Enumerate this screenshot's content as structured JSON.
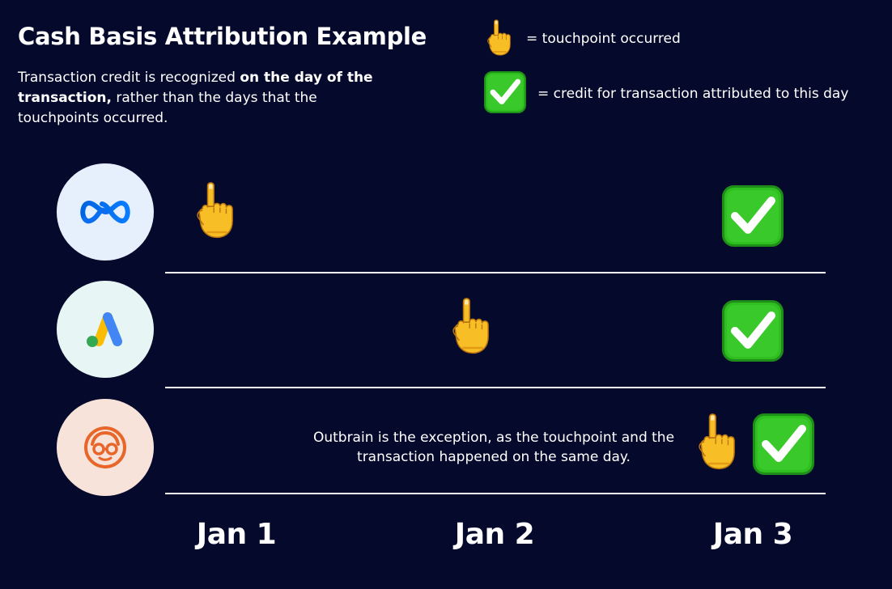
{
  "header": {
    "title": "Cash Basis Attribution Example",
    "subtitle_pre": "Transaction credit is recognized ",
    "subtitle_bold": "on the day of the transaction,",
    "subtitle_post": " rather than the days that the touchpoints occurred."
  },
  "legend": {
    "touchpoint_label": "= touchpoint occurred",
    "credit_label": "= credit for transaction attributed to this day"
  },
  "channels": [
    {
      "logo": "meta-logo",
      "touchpoint_day": "Jan 1",
      "credit_day": "Jan 3"
    },
    {
      "logo": "google-ads-logo",
      "touchpoint_day": "Jan 2",
      "credit_day": "Jan 3"
    },
    {
      "logo": "outbrain-logo",
      "touchpoint_day": "Jan 3",
      "credit_day": "Jan 3"
    }
  ],
  "note": "Outbrain is the exception, as the touchpoint and the transaction happened on the same day.",
  "days": [
    "Jan 1",
    "Jan 2",
    "Jan 3"
  ],
  "icons": {
    "touchpoint": "pointing-hand-icon",
    "credit": "check-mark-icon"
  },
  "colors": {
    "background": "#050a2d",
    "check_green": "#2fbf20",
    "hand_yellow": "#f8be26"
  }
}
